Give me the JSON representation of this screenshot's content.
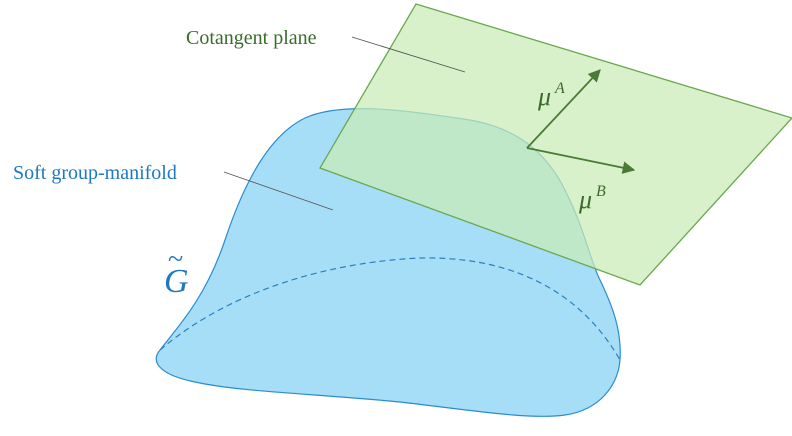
{
  "labels": {
    "cotangent_plane": "Cotangent plane",
    "soft_group_manifold": "Soft group-manifold",
    "g_tilde_base": "G",
    "g_tilde_accent": "~",
    "mu_a_base": "μ",
    "mu_a_sup": "A",
    "mu_b_base": "μ",
    "mu_b_sup": "B"
  },
  "colors": {
    "manifold_fill": "#a6def7",
    "manifold_stroke": "#2a8ccf",
    "plane_fill": "#cfecc0",
    "plane_stroke": "#6aa84f",
    "arrow": "#4a7a35",
    "label_green": "#3a6b2a",
    "label_blue": "#1f78c1"
  }
}
